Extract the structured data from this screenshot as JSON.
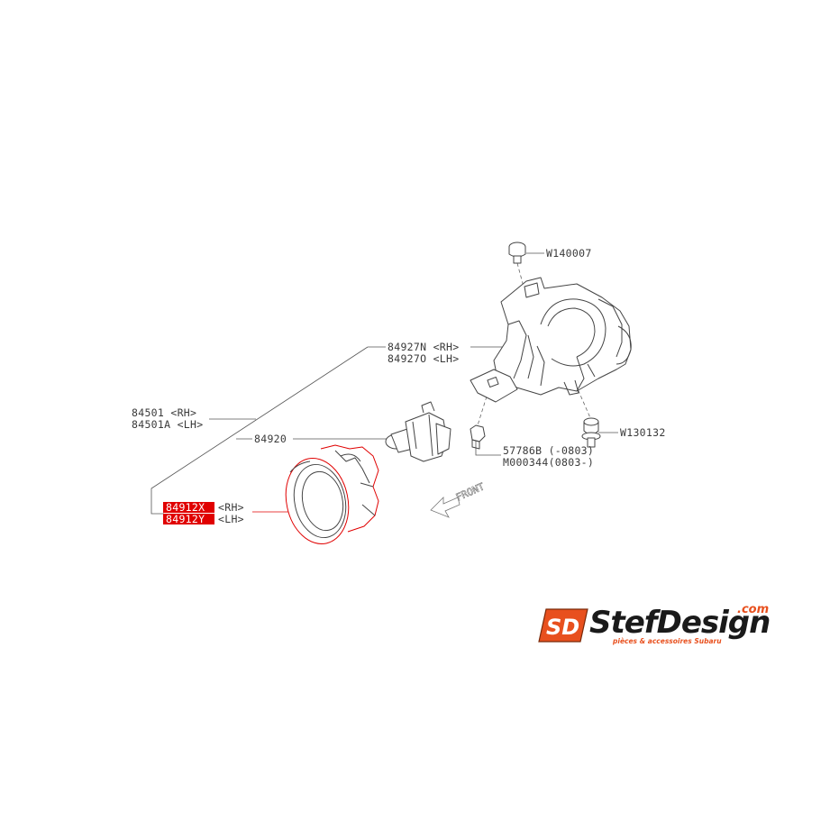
{
  "colors": {
    "highlight": "#e00000",
    "brand_orange": "#e8501e",
    "line": "#444444"
  },
  "labels": {
    "w140007": "W140007",
    "p84927n": "84927N <RH>",
    "p84927o": "84927O <LH>",
    "p84501": "84501  <RH>",
    "p84501a": "84501A <LH>",
    "p84920": "84920",
    "p57786b": "57786B (-0803)",
    "m000344": "M000344(0803-)",
    "w130132": "W130132",
    "p84912x": "84912X",
    "p84912x_side": "<RH>",
    "p84912y": "84912Y",
    "p84912y_side": "<LH>",
    "front": "FRONT"
  },
  "logo": {
    "mark": "SD",
    "name": "StefDesign",
    "domain": ".com",
    "tagline": "pièces & accessoires Subaru"
  }
}
